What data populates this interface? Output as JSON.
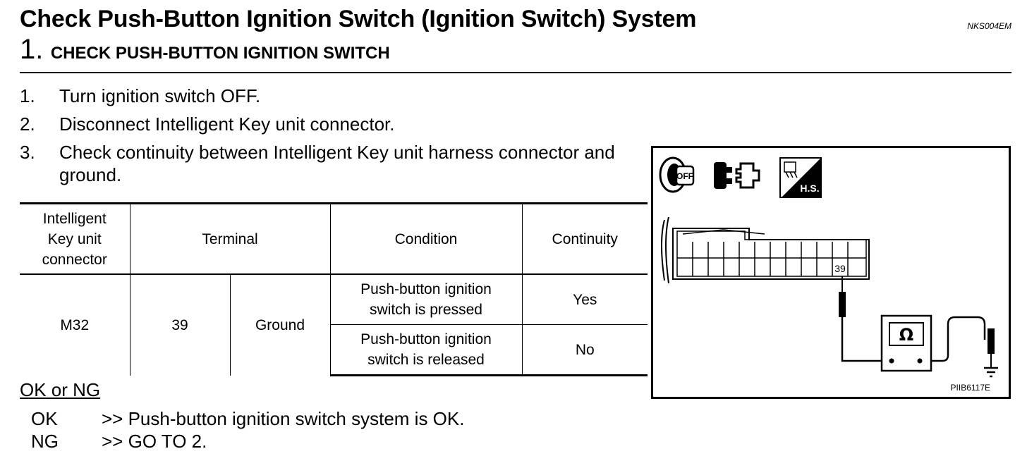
{
  "header": {
    "title": "Check Push-Button Ignition Switch (Ignition Switch) System",
    "doc_id": "NKS004EM",
    "step_number": "1.",
    "step_title": "CHECK PUSH-BUTTON IGNITION SWITCH"
  },
  "instructions": [
    {
      "num": "1.",
      "text": "Turn ignition switch OFF."
    },
    {
      "num": "2.",
      "text": "Disconnect Intelligent Key unit connector."
    },
    {
      "num": "3.",
      "text": "Check continuity between Intelligent Key unit harness connector and ground."
    }
  ],
  "table": {
    "headers": [
      "Intelligent Key unit connector",
      "Terminal",
      "Condition",
      "Continuity"
    ],
    "connector": "M32",
    "terminal_from": "39",
    "terminal_to": "Ground",
    "rows": [
      {
        "condition": "Push-button ignition switch is pressed",
        "continuity": "Yes"
      },
      {
        "condition": "Push-button ignition switch is released",
        "continuity": "No"
      }
    ]
  },
  "result": {
    "heading": "OK or NG",
    "items": [
      {
        "key": "OK",
        "value": ">> Push-button ignition switch system is OK."
      },
      {
        "key": "NG",
        "value": ">> GO TO 2."
      }
    ]
  },
  "diagram": {
    "icons": [
      "ignition-off-icon",
      "disconnect-connector-icon",
      "harness-side-icon"
    ],
    "icon_labels": {
      "off": "OFF",
      "harness_side": "H.S."
    },
    "terminal_label": "39",
    "meter_symbol": "Ω",
    "figure_id": "PIIB6117E"
  }
}
